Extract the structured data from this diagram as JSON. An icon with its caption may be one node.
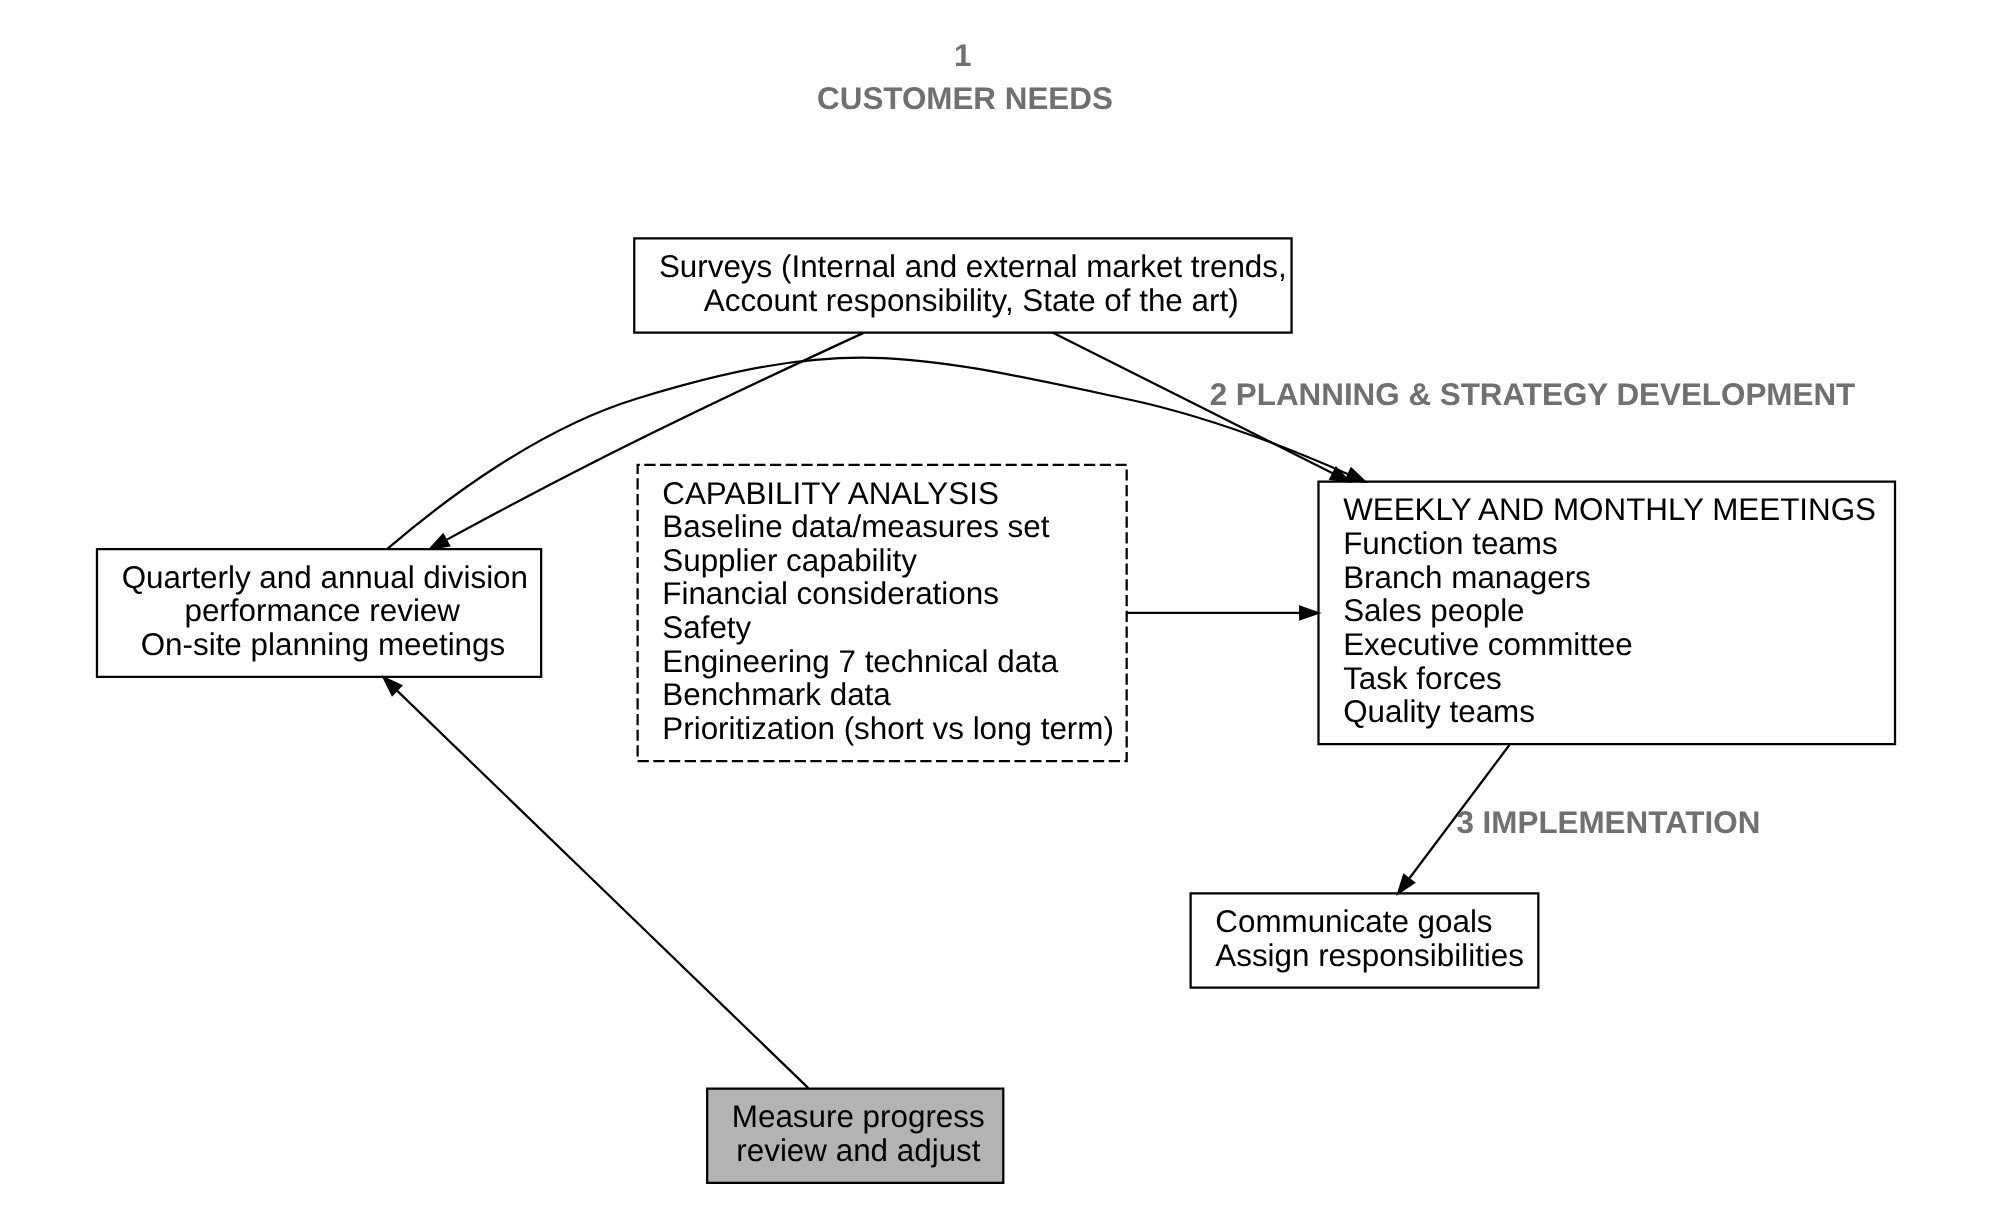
{
  "diagram": {
    "nodes": [
      {
        "text": [
          "Surveys (Internal and external market trends, Account responsibility, State of the art)"
        ]
      },
      {
        "text": [
          "Quarterly and annual division performance review",
          "On-site planning meetings"
        ]
      },
      {
        "text": [
          "WEEKLY AND MONTHLY MEETINGS",
          "Function teams",
          "Branch managers",
          "Sales people",
          "Executive committee",
          "Task forces",
          "Quality teams"
        ]
      },
      {
        "text": [
          "CAPABILITY ANALYSIS",
          "Baseline data/measures set",
          "Supplier capability",
          "Financial considerations",
          "Safety",
          "Engineering 7 technical data",
          "Benchmark data",
          "Prioritization (short vs long term)"
        ]
      },
      {
        "text": [
          "Communicate goals",
          "Assign responsibilities"
        ]
      },
      {
        "text": [
          "Measure progress review and adjust"
        ]
      }
    ],
    "edges": [
      {
        "from": 0,
        "to": 2,
        "arrow": "to",
        "label": "2 PLANNING & STRATEGY DEVELOPMENT"
      },
      {
        "from": 0,
        "to": 1,
        "arrow": "to"
      },
      {
        "from": 1,
        "to": 2,
        "arrow": "to"
      },
      {
        "from": 3,
        "to": 2,
        "arrow": "to"
      },
      {
        "from": 2,
        "to": 4,
        "arrow": "to",
        "label": "3 IMPLEMENTATION"
      },
      {
        "from": 5,
        "to": 1,
        "arrow": "to"
      }
    ],
    "labels": [
      "1",
      "CUSTOMER NEEDS"
    ]
  }
}
